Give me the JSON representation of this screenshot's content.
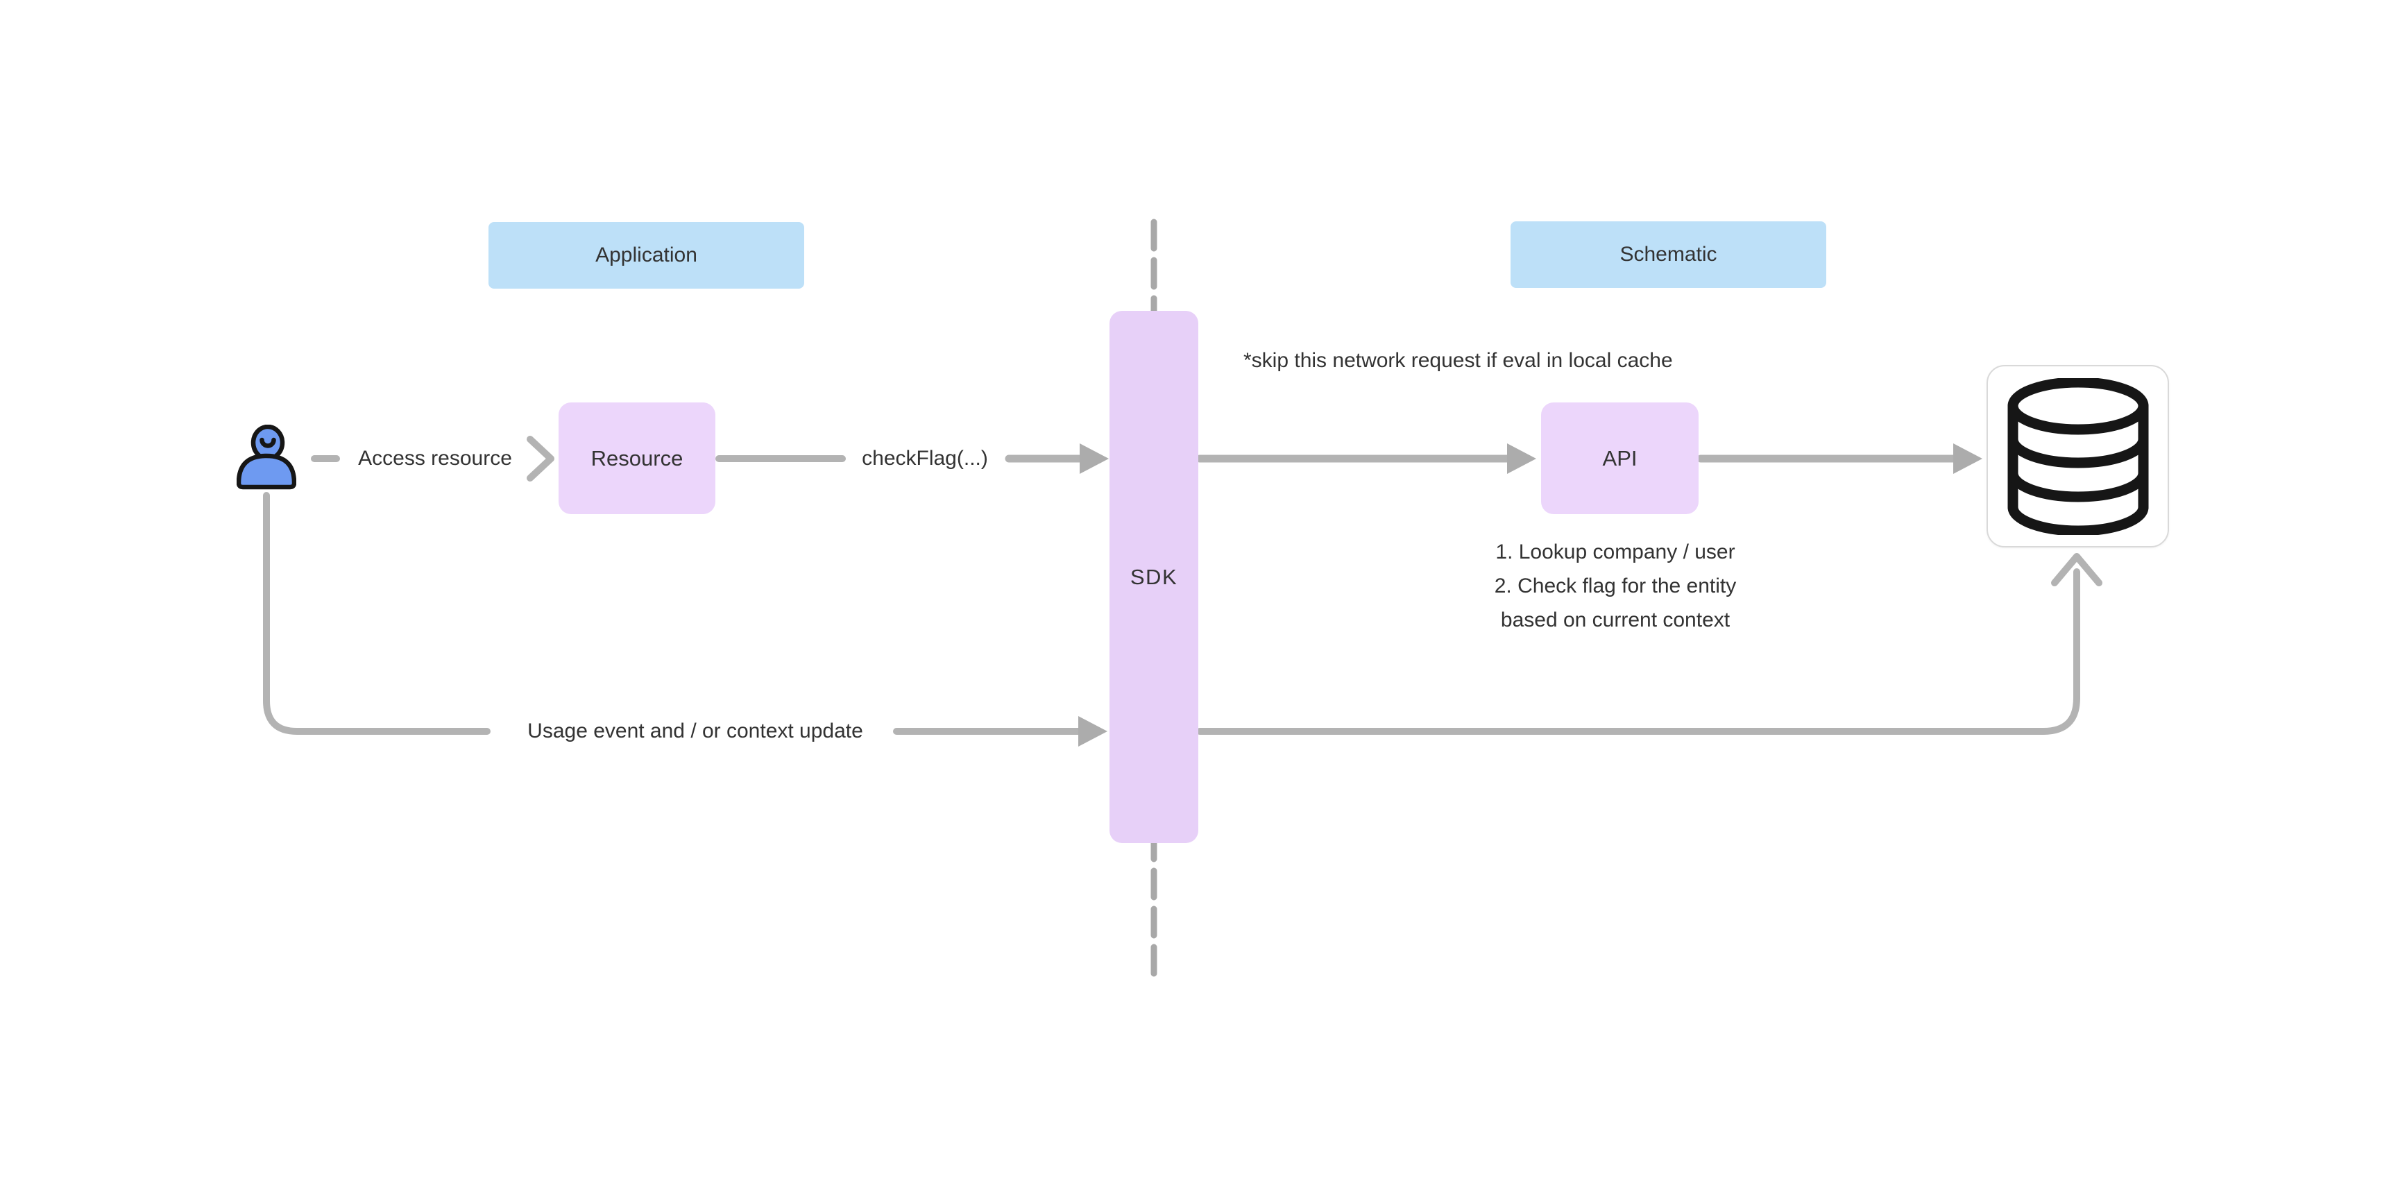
{
  "diagram": {
    "colors": {
      "canvas-bg": "#ffffff",
      "section-label-bg": "#bde0f8",
      "node-bg": "#ecd6fb",
      "sdk-bg": "#e7d0f8",
      "connector": "#b3b3b3",
      "arrowhead": "#acacac",
      "divider": "#a8a8a8",
      "text": "#333333",
      "person-fill": "#6e9af1",
      "icon-stroke": "#161616",
      "db-border": "#d9d9d9"
    },
    "sections": {
      "application": {
        "label": "Application"
      },
      "schematic": {
        "label": "Schematic"
      }
    },
    "nodes": {
      "resource": {
        "label": "Resource"
      },
      "sdk": {
        "label": "SDK"
      },
      "api": {
        "label": "API"
      }
    },
    "icons": {
      "actor": "person-icon",
      "database": "database-icon",
      "resource_arrow": "chevron-right-icon",
      "db_up_arrow": "chevron-up-icon"
    },
    "edges": {
      "access_resource": {
        "label": "Access resource"
      },
      "check_flag": {
        "label": "checkFlag(...)"
      },
      "usage_event": {
        "label": "Usage event and / or context update"
      }
    },
    "annotations": {
      "cache_note": "*skip this network request if eval in local cache",
      "api_steps": [
        "1. Lookup company / user",
        "2. Check flag for the entity",
        "based on current context"
      ]
    }
  }
}
